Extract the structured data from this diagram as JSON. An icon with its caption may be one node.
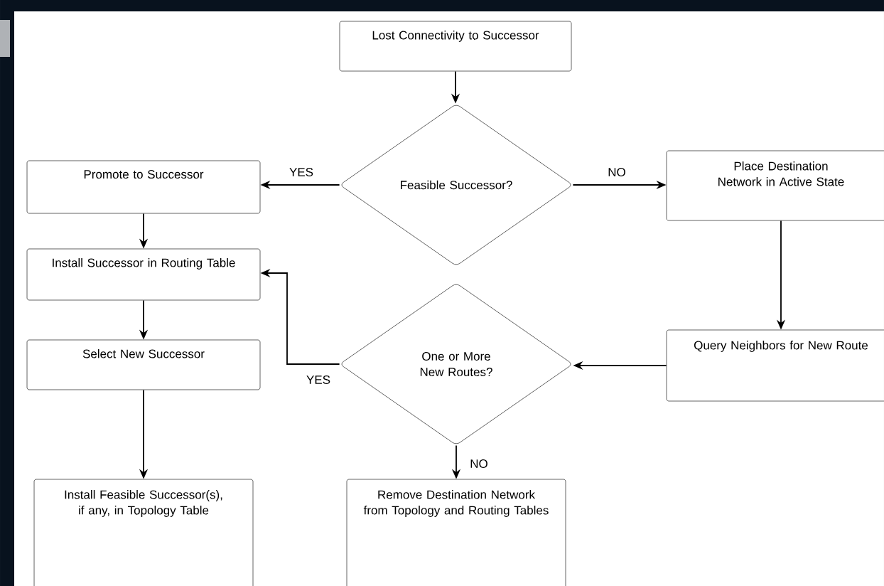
{
  "diagram": {
    "nodes": [
      {
        "text": [
          "Lost Connectivity to Successor"
        ]
      },
      {
        "text": [
          "Feasible Successor?"
        ]
      },
      {
        "text": [
          "Promote to Successor"
        ]
      },
      {
        "text": [
          "Place Destination Network in Active State"
        ]
      },
      {
        "text": [
          "Install Successor in Routing Table"
        ]
      },
      {
        "text": [
          "Select New Successor"
        ]
      },
      {
        "text": [
          "One or More New Routes?"
        ]
      },
      {
        "text": [
          "Query Neighbors for New Route"
        ]
      },
      {
        "text": [
          "Install Feasible Successor(s), if any, in Topology Table"
        ]
      },
      {
        "text": [
          "Remove Destination Network from Topology and Routing Tables"
        ]
      }
    ],
    "edges": [
      {
        "from": 0,
        "to": 1,
        "arrow": "to"
      },
      {
        "from": 1,
        "to": 2,
        "arrow": "to",
        "label": "YES"
      },
      {
        "from": 1,
        "to": 3,
        "arrow": "to",
        "label": "NO"
      },
      {
        "from": 2,
        "to": 4,
        "arrow": "to"
      },
      {
        "from": 4,
        "to": 5,
        "arrow": "to"
      },
      {
        "from": 5,
        "to": 8,
        "arrow": "to"
      },
      {
        "from": 3,
        "to": 7,
        "arrow": "to"
      },
      {
        "from": 7,
        "to": 6,
        "arrow": "to"
      },
      {
        "from": 6,
        "to": 4,
        "arrow": "to",
        "label": "YES"
      },
      {
        "from": 6,
        "to": 9,
        "arrow": "to",
        "label": "NO"
      }
    ]
  }
}
